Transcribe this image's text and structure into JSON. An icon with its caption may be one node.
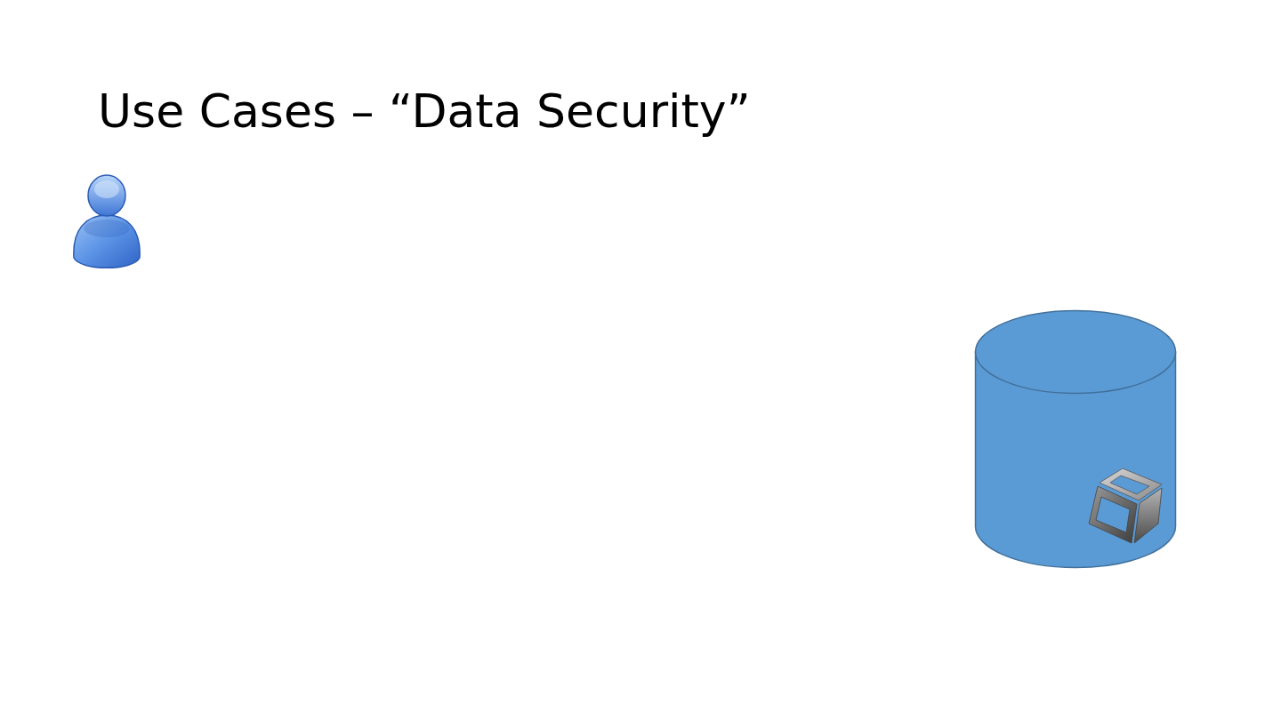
{
  "diagram": {
    "title": "Use Cases – “Data Security”",
    "nodes": [
      {
        "text": [],
        "shape": "person"
      },
      {
        "text": [],
        "shape": "cylinder"
      },
      {
        "text": [],
        "shape": "cube",
        "in": 1
      }
    ]
  }
}
